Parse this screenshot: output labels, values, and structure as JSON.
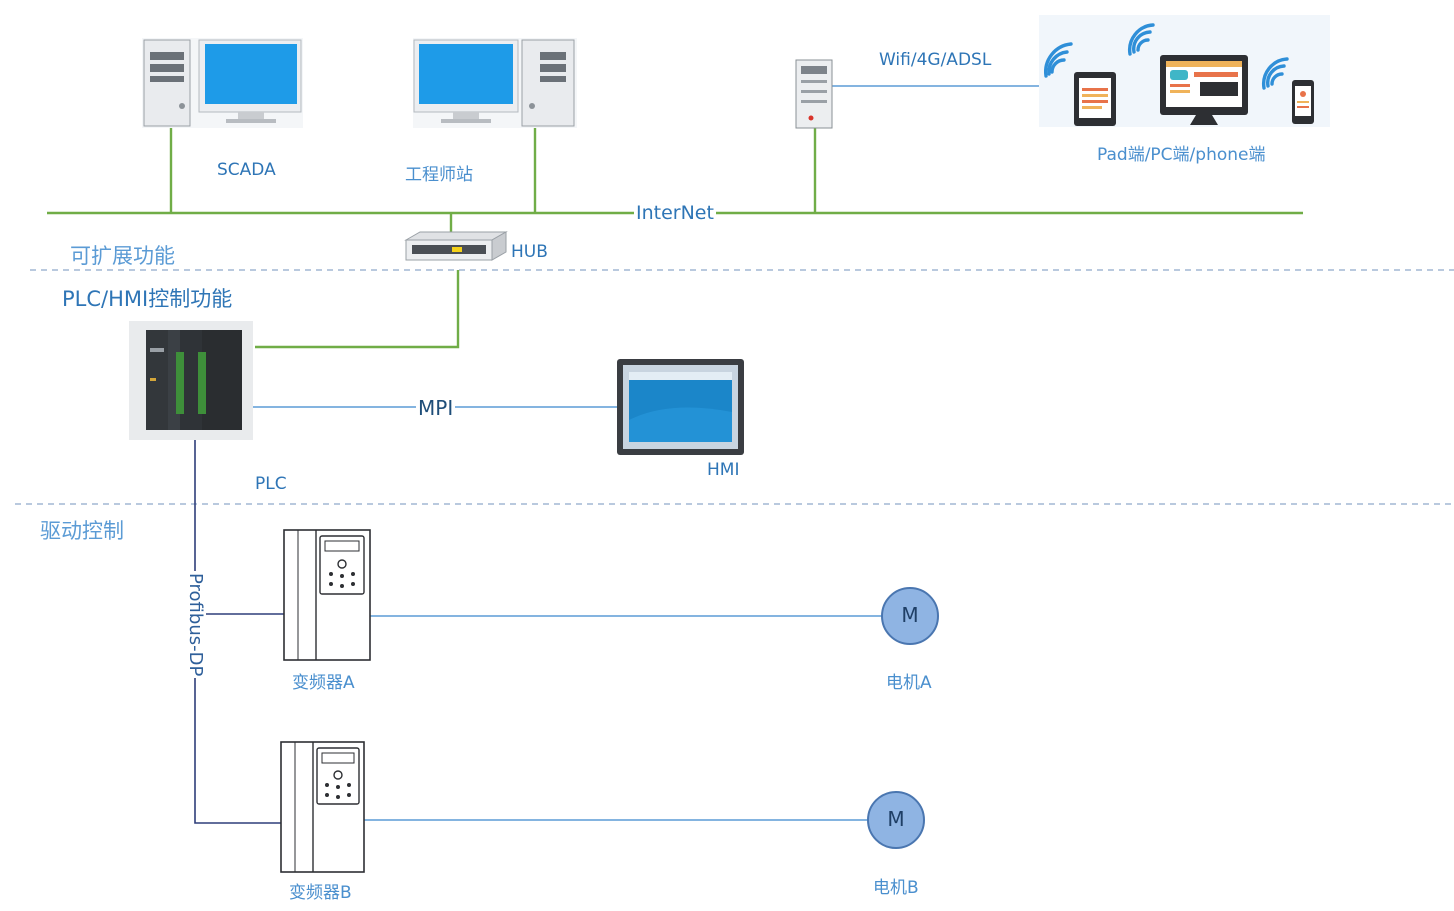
{
  "labels": {
    "scada": "SCADA",
    "engineer_station": "工程师站",
    "wifi": "Wifi/4G/ADSL",
    "clients": "Pad端/PC端/phone端",
    "internet": "InterNet",
    "hub": "HUB",
    "section_extend": "可扩展功能",
    "section_plc_hmi": "PLC/HMI控制功能",
    "mpi": "MPI",
    "hmi": "HMI",
    "plc": "PLC",
    "section_drive": "驱动控制",
    "profibus": "Profibus-DP",
    "vfd_a": "变频器A",
    "vfd_b": "变频器B",
    "motor_a": "电机A",
    "motor_b": "电机B",
    "motor_symbol_a": "M",
    "motor_symbol_b": "M"
  },
  "colors": {
    "network_line": "#70ad47",
    "signal_line": "#5b9bd5",
    "bus_line": "#2f3e7a",
    "section_divider": "#8fa9c9",
    "label_text": "#2e75b6",
    "monitor_screen": "#1e9be8",
    "motor_fill": "#8fb4e3",
    "motor_stroke": "#4a76b0"
  }
}
